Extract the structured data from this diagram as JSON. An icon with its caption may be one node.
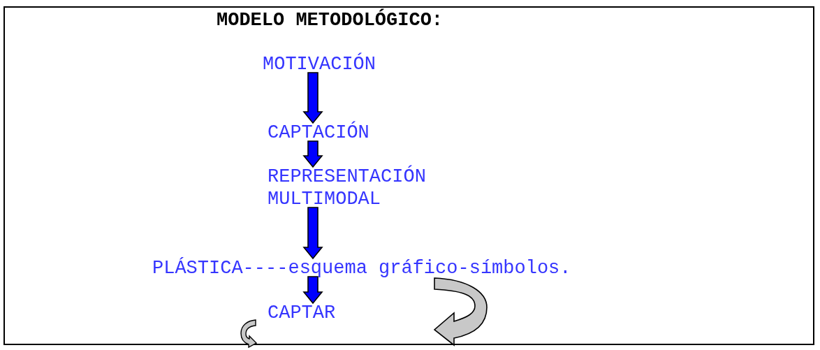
{
  "diagram": {
    "title": "MODELO METODOLÓGICO:",
    "nodes": [
      {
        "text": [
          "MOTIVACIÓN"
        ]
      },
      {
        "text": [
          "CAPTACIÓN"
        ]
      },
      {
        "text": [
          "REPRESENTACIÓN MULTIMODAL"
        ]
      },
      {
        "text": [
          "PLÁSTICA----esquema gráfico-símbolos."
        ]
      },
      {
        "text": [
          "CAPTAR"
        ]
      }
    ],
    "edges": [
      {
        "from": 0,
        "to": 1,
        "arrow": "to"
      },
      {
        "from": 1,
        "to": 2,
        "arrow": "to"
      },
      {
        "from": 2,
        "to": 3,
        "arrow": "to"
      },
      {
        "from": 3,
        "to": 4,
        "arrow": "to"
      },
      {
        "from": 3,
        "to": null,
        "arrow": "to",
        "color": "#c8c8c8"
      }
    ]
  }
}
